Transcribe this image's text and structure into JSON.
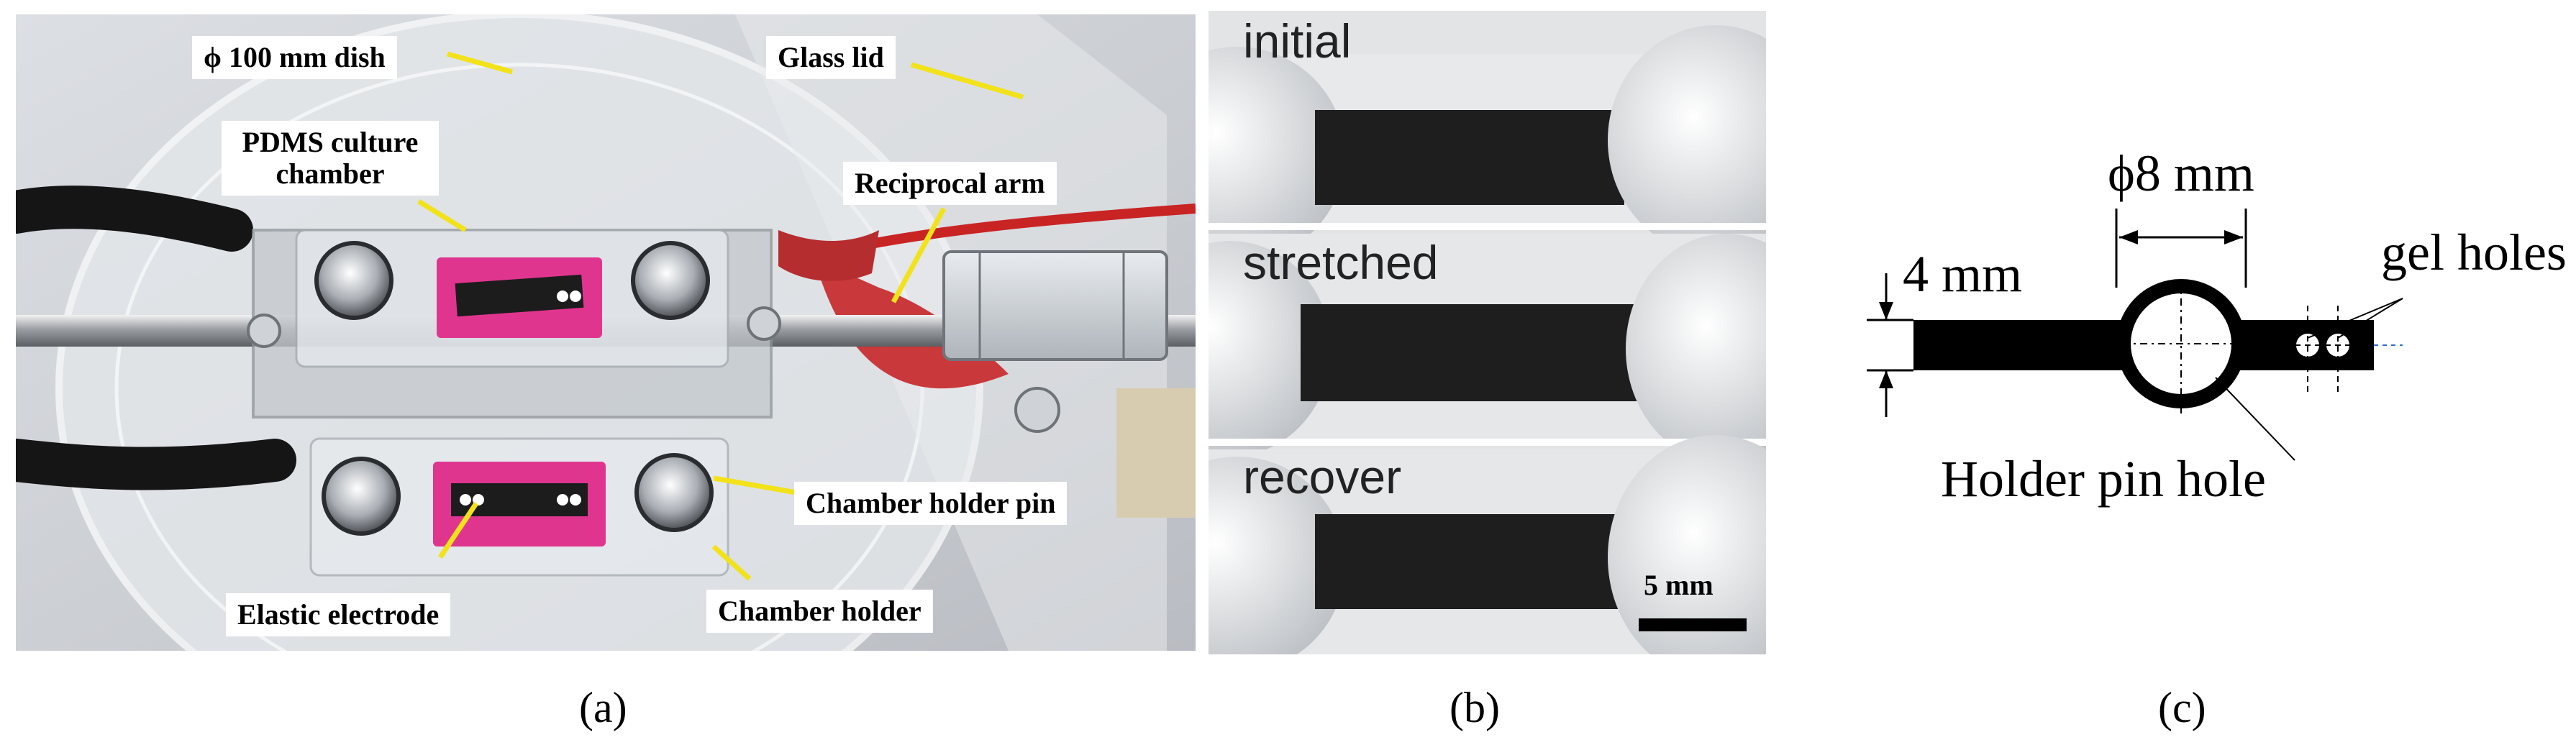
{
  "panel_a": {
    "caption": "(a)",
    "labels": {
      "dish": "ϕ 100 mm dish",
      "lid": "Glass lid",
      "pdms": "PDMS culture chamber",
      "arm": "Reciprocal arm",
      "pin": "Chamber holder pin",
      "electrode": "Elastic electrode",
      "holder": "Chamber holder"
    }
  },
  "panel_b": {
    "caption": "(b)",
    "states": [
      "initial",
      "stretched",
      "recover"
    ],
    "scale_bar": "5 mm"
  },
  "panel_c": {
    "caption": "(c)",
    "width_dim": "4 mm",
    "diameter_dim": "ϕ8 mm",
    "gel_holes": "gel holes",
    "pin_hole": "Holder pin hole"
  },
  "colors": {
    "medium": "#e0358f",
    "callout_line": "#f2e21a",
    "electrode": "#1c1c1c"
  }
}
